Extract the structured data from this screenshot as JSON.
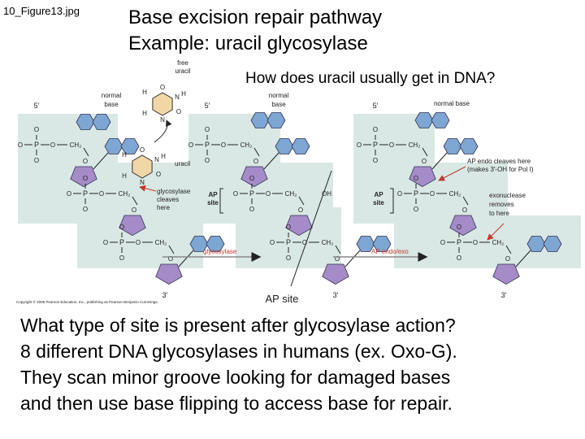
{
  "header": {
    "figure_label": "10_Figure13.jpg",
    "title_line1": "Base excision repair pathway",
    "title_line2": "Example: uracil glycosylase",
    "question": "How does uracil usually get in DNA?"
  },
  "diagram": {
    "free_uracil": [
      "free",
      "uracil"
    ],
    "normal_base": [
      "normal",
      "base"
    ],
    "normal_base_single": "normal base",
    "uracil": "uracil",
    "glycosylase_cleaves": [
      "glycosylase",
      "cleaves",
      "here"
    ],
    "ap_site": [
      "AP",
      "site"
    ],
    "ap_endo_cleaves": [
      "AP endo cleaves here",
      "(makes 3′-OH for Pol I)"
    ],
    "exonuclease": [
      "exonuclease",
      "removes",
      "to here"
    ],
    "arrow_glycosylase": "glycosylase",
    "arrow_ap_endo": "AP endo/exo",
    "ap_site_annotation": "AP site",
    "five_prime": "5′",
    "three_prime": "3′",
    "copyright": "Copyright © 2005 Pearson Education, Inc., publishing as Pearson Benjamin Cummings.",
    "atoms": {
      "O": "O",
      "P": "P",
      "N": "N",
      "H": "H",
      "CH2": "CH₂",
      "OH": "OH"
    },
    "colors": {
      "backbone_bg": "#d9e8e4",
      "sugar": "#a58cc8",
      "base": "#7ea6d3",
      "label_red": "#c0392b",
      "line": "#222222"
    }
  },
  "footer": {
    "lines": [
      "What type of site is present after glycosylase action?",
      "8 different DNA glycosylases in humans (ex. Oxo-G).",
      "They scan minor groove looking for damaged bases",
      "and then use base flipping to access base for repair."
    ]
  }
}
